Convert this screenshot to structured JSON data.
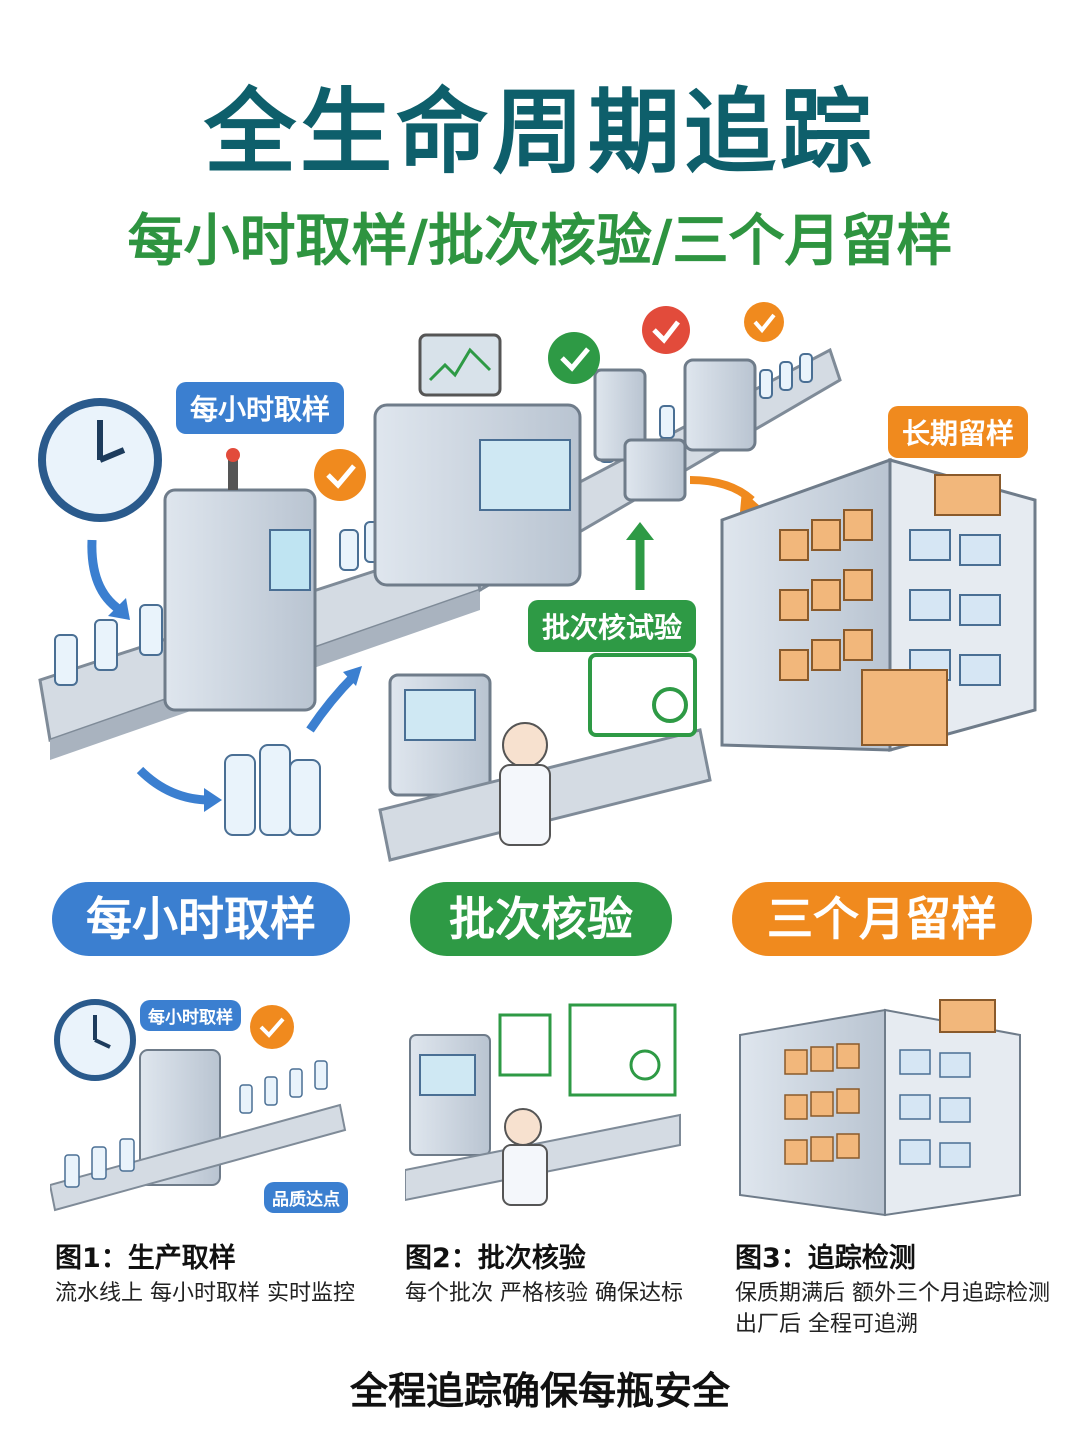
{
  "header": {
    "title": "全生命周期追踪",
    "subtitle": "每小时取样/批次核验/三个月留样"
  },
  "scene": {
    "bubble_hourly": "每小时取样",
    "bubble_batch": "批次核试验",
    "bubble_storage": "长期留样"
  },
  "pills": [
    {
      "label": "每小时取样",
      "color": "#3b7fd0"
    },
    {
      "label": "批次核验",
      "color": "#2e9a45"
    },
    {
      "label": "三个月留样",
      "color": "#f08a1e"
    }
  ],
  "thumbs": {
    "t1_bubble": "每小时取样",
    "t1_tag": "品质达点"
  },
  "captions": [
    {
      "title": "图1：生产取样",
      "lines": [
        "流水线上 每小时取样 实时监控"
      ]
    },
    {
      "title": "图2：批次核验",
      "lines": [
        "每个批次 严格核验 确保达标"
      ]
    },
    {
      "title": "图3：追踪检测",
      "lines": [
        "保质期满后 额外三个月追踪检测",
        "出厂后 全程可追溯"
      ]
    }
  ],
  "footer": "全程追踪确保每瓶安全",
  "colors": {
    "teal": "#0e5f6b",
    "green": "#2e9440",
    "blue": "#3b7fd0",
    "orange": "#f08a1e"
  }
}
